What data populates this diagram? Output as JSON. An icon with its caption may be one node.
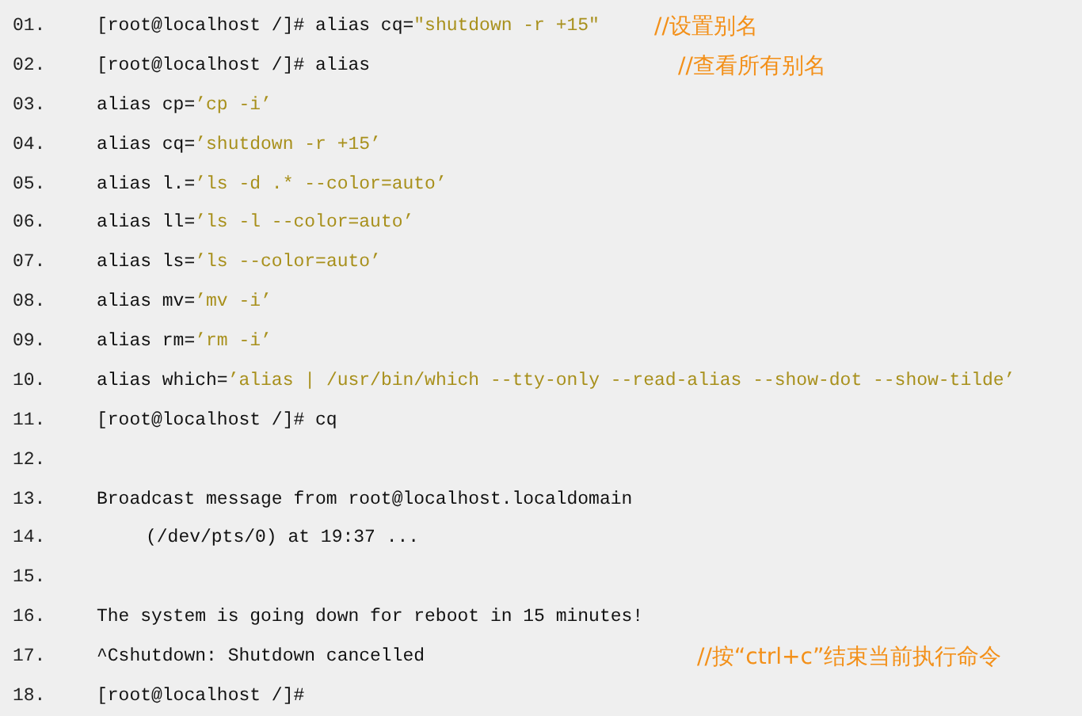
{
  "diagram": {
    "labels": [
      "01.",
      "[root@localhost /]# alias cq=″shutdown -r +15″",
      "//设置别名",
      "02.",
      "[root@localhost /]# alias",
      "//查看所有别名",
      "03.",
      "alias cp=’cp -i’",
      "04.",
      "alias cq=’shutdown -r +15’",
      "05.",
      "alias l.=’ls -d .* --color=auto’",
      "06.",
      "alias ll=’ls -l --color=auto’",
      "07.",
      "alias ls=’ls --color=auto’",
      "08.",
      "alias mv=’mv -i’",
      "09.",
      "alias rm=’rm -i’",
      "10.",
      "alias which=’alias | /usr/bin/which --tty-only --read-alias --show-dot --show-tilde’",
      "11.",
      "[root@localhost /]# cq",
      "12.",
      "13.",
      "Broadcast message from root@localhost.localdomain",
      "14.",
      "(/dev/pts/0) at 19:37 ...",
      "15.",
      "16.",
      "The system is going down for reboot in 15 minutes!",
      "17.",
      "^Cshutdown: Shutdown cancelled",
      "//按“ctrl+c”结束当前执行命令",
      "18.",
      "[root@localhost /]#"
    ]
  }
}
